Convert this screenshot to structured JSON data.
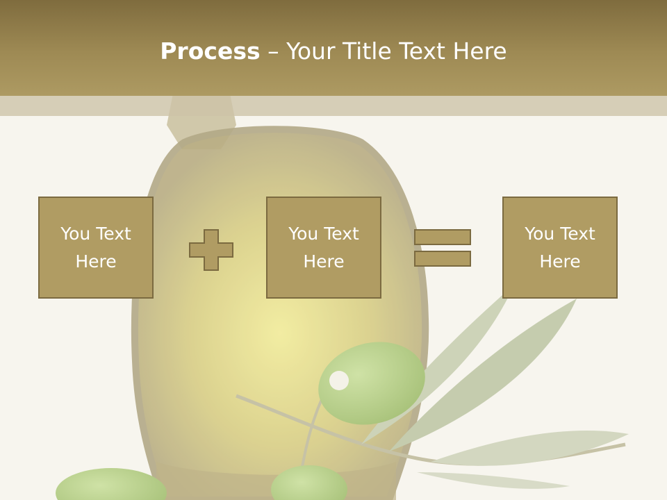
{
  "title": {
    "bold": "Process",
    "rest": " – Your Title Text Here"
  },
  "boxes": [
    {
      "text": "You Text Here"
    },
    {
      "text": "You Text Here"
    },
    {
      "text": "You Text Here"
    }
  ],
  "icons": [
    "plus-icon",
    "equals-icon"
  ],
  "colors": {
    "title_bar": "#9e8a54",
    "box_fill": "#b09c63",
    "box_border": "#7b6a40",
    "background": "#f7f5ee"
  }
}
